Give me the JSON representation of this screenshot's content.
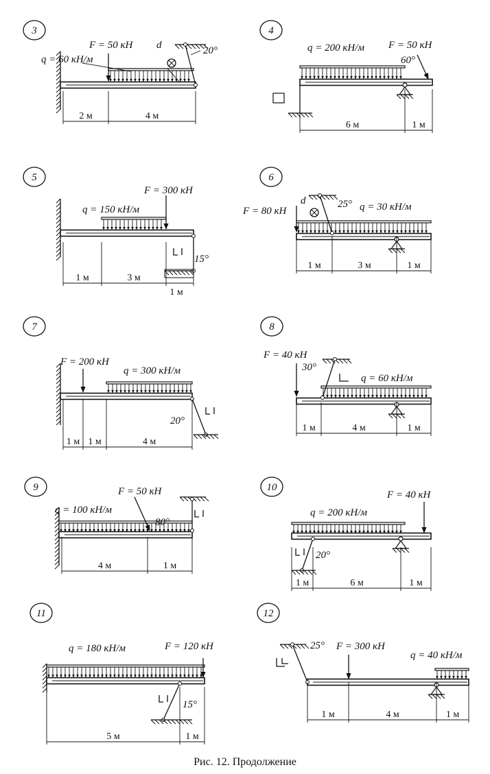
{
  "caption": "Рис. 12. Продолжение",
  "panels": [
    {
      "id": "3",
      "number": "3",
      "F": "F = 50 кН",
      "q": "q = 60 кН/м",
      "angle": "20°",
      "extra": "d",
      "dims": [
        "2 м",
        "4 м"
      ]
    },
    {
      "id": "4",
      "number": "4",
      "F": "F = 50 кН",
      "q": "q = 200 кН/м",
      "angle": "60°",
      "dims": [
        "6 м",
        "1 м"
      ]
    },
    {
      "id": "5",
      "number": "5",
      "F": "F = 300 кН",
      "q": "q = 150 кН/м",
      "angle": "15°",
      "dims": [
        "1 м",
        "3 м",
        "1 м"
      ]
    },
    {
      "id": "6",
      "number": "6",
      "F": "F = 80 кН",
      "q": "q = 30 кН/м",
      "angle": "25°",
      "extra": "d",
      "dims": [
        "1 м",
        "3 м",
        "1 м"
      ]
    },
    {
      "id": "7",
      "number": "7",
      "F": "F = 200 кН",
      "q": "q = 300 кН/м",
      "angle": "20°",
      "dims": [
        "1 м",
        "1 м",
        "4 м"
      ]
    },
    {
      "id": "8",
      "number": "8",
      "F": "F = 40 кН",
      "q": "q = 60 кН/м",
      "angle": "30°",
      "dims": [
        "1 м",
        "4 м",
        "1 м"
      ]
    },
    {
      "id": "9",
      "number": "9",
      "F": "F = 50 кН",
      "q": "q = 100 кН/м",
      "angle": "80°",
      "dims": [
        "4 м",
        "1 м"
      ]
    },
    {
      "id": "10",
      "number": "10",
      "F": "F = 40 кН",
      "q": "q = 200 кН/м",
      "angle": "20°",
      "dims": [
        "1 м",
        "6 м",
        "1 м"
      ]
    },
    {
      "id": "11",
      "number": "11",
      "F": "F = 120 кН",
      "q": "q = 180 кН/м",
      "angle": "15°",
      "dims": [
        "5 м",
        "1 м"
      ]
    },
    {
      "id": "12",
      "number": "12",
      "F": "F = 300 кН",
      "q": "q = 40 кН/м",
      "angle": "25°",
      "dims": [
        "1 м",
        "4 м",
        "1 м"
      ]
    }
  ]
}
